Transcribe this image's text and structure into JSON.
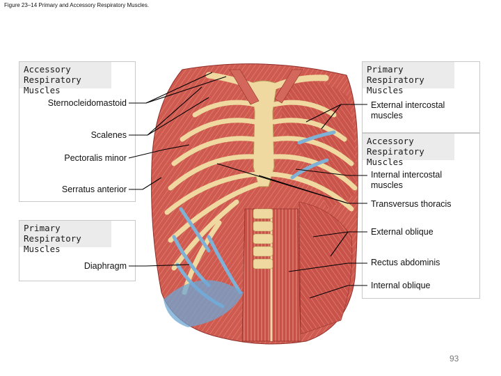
{
  "figure_title": "Figure 23–14 Primary and Accessory Respiratory Muscles.",
  "left_panel": {
    "accessory_heading": "Accessory Respiratory Muscles",
    "accessory_items": [
      "Sternocleidomastoid",
      "Scalenes",
      "Pectoralis minor",
      "Serratus anterior"
    ],
    "primary_heading": "Primary Respiratory Muscles",
    "primary_items": [
      "Diaphragm"
    ]
  },
  "right_panel": {
    "primary_heading": "Primary Respiratory Muscles",
    "primary_items": [
      "External intercostal muscles"
    ],
    "accessory_heading": "Accessory Respiratory Muscles",
    "accessory_items": [
      "Internal intercostal muscles",
      "Transversus thoracis",
      "External oblique",
      "Rectus abdominis",
      "Internal oblique"
    ]
  },
  "page_number": "93"
}
